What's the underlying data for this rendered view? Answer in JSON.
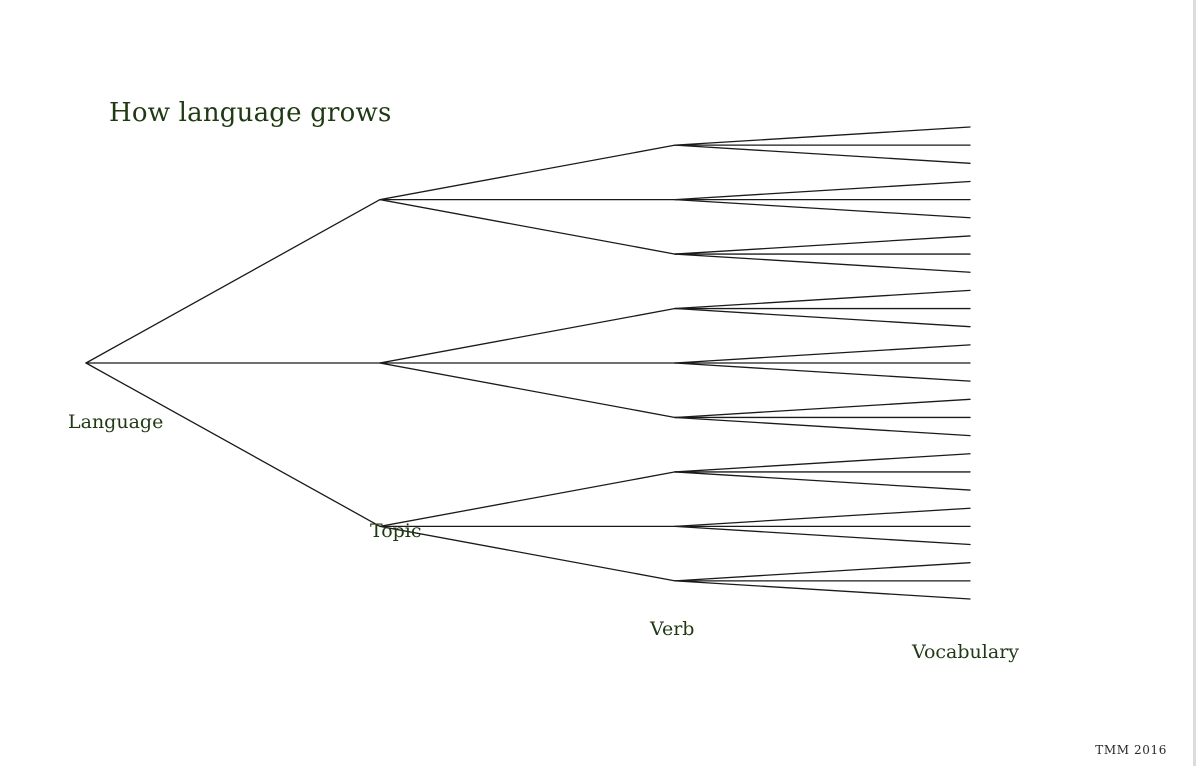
{
  "title": "How language grows",
  "labels": {
    "root": "Language",
    "level1": "Topic",
    "level2": "Verb",
    "level3": "Vocabulary"
  },
  "credit": "TMM 2016",
  "colors": {
    "text": "#1f3a13",
    "lines": "#1a1a1a",
    "background": "#ffffff"
  },
  "tree": {
    "name": "Language",
    "children": [
      {
        "name": "Topic",
        "children": [
          {
            "name": "Verb",
            "children": [
              {
                "name": "Vocabulary"
              },
              {
                "name": "Vocabulary"
              },
              {
                "name": "Vocabulary"
              }
            ]
          },
          {
            "name": "Verb",
            "children": [
              {
                "name": "Vocabulary"
              },
              {
                "name": "Vocabulary"
              },
              {
                "name": "Vocabulary"
              }
            ]
          },
          {
            "name": "Verb",
            "children": [
              {
                "name": "Vocabulary"
              },
              {
                "name": "Vocabulary"
              },
              {
                "name": "Vocabulary"
              }
            ]
          }
        ]
      },
      {
        "name": "Topic",
        "children": [
          {
            "name": "Verb",
            "children": [
              {
                "name": "Vocabulary"
              },
              {
                "name": "Vocabulary"
              },
              {
                "name": "Vocabulary"
              }
            ]
          },
          {
            "name": "Verb",
            "children": [
              {
                "name": "Vocabulary"
              },
              {
                "name": "Vocabulary"
              },
              {
                "name": "Vocabulary"
              }
            ]
          },
          {
            "name": "Verb",
            "children": [
              {
                "name": "Vocabulary"
              },
              {
                "name": "Vocabulary"
              },
              {
                "name": "Vocabulary"
              }
            ]
          }
        ]
      },
      {
        "name": "Topic",
        "children": [
          {
            "name": "Verb",
            "children": [
              {
                "name": "Vocabulary"
              },
              {
                "name": "Vocabulary"
              },
              {
                "name": "Vocabulary"
              }
            ]
          },
          {
            "name": "Verb",
            "children": [
              {
                "name": "Vocabulary"
              },
              {
                "name": "Vocabulary"
              },
              {
                "name": "Vocabulary"
              }
            ]
          },
          {
            "name": "Verb",
            "children": [
              {
                "name": "Vocabulary"
              },
              {
                "name": "Vocabulary"
              },
              {
                "name": "Vocabulary"
              }
            ]
          }
        ]
      }
    ]
  }
}
